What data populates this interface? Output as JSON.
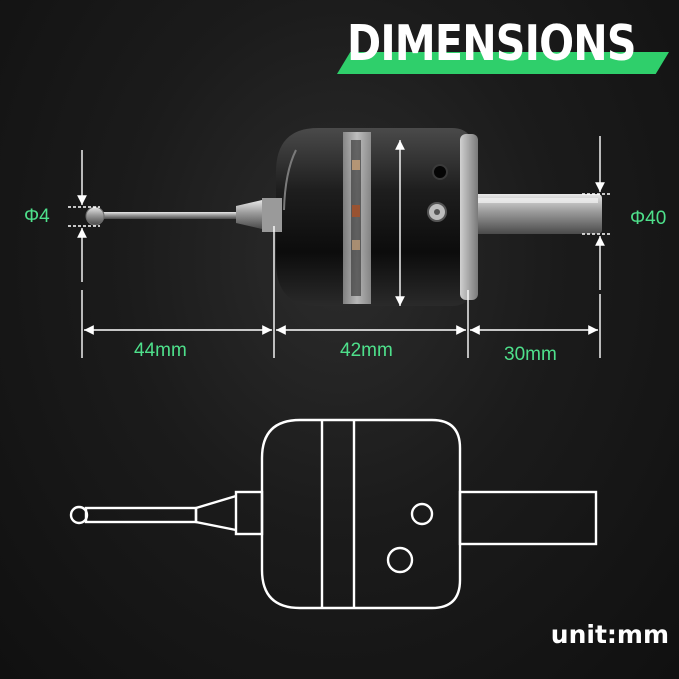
{
  "title": "DIMENSIONS",
  "labels": {
    "ball_diameter": "Φ4",
    "body_diameter": "Φ40",
    "stylus_length": "44mm",
    "body_length": "42mm",
    "shank_length": "30mm"
  },
  "unit": "unit:mm",
  "colors": {
    "accent": "#2fcf6b",
    "label": "#4ee08b",
    "text": "#ffffff",
    "background": "#141414"
  }
}
